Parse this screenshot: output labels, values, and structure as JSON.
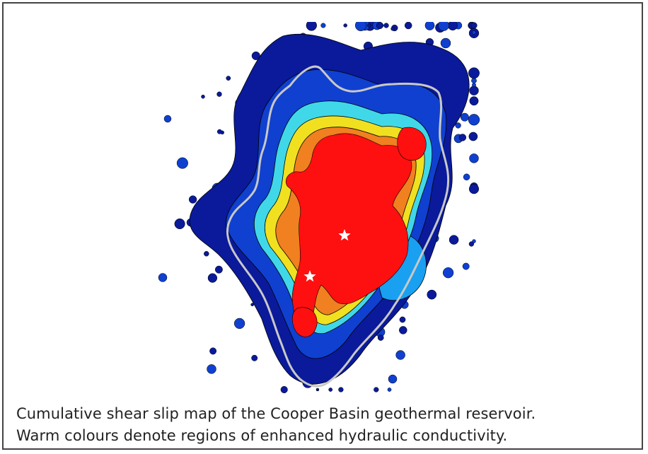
{
  "caption": {
    "line1": "Cumulative shear slip map of the Cooper Basin geothermal reservoir.",
    "line2": "Warm colours denote regions of enhanced hydraulic conductivity."
  },
  "colors": {
    "deep_blue": "#0a1a9a",
    "mid_blue": "#1040d0",
    "light_blue": "#1aa0f0",
    "cyan": "#40d8e8",
    "green": "#40c060",
    "yellow": "#f0e020",
    "orange": "#f08020",
    "red": "#ff1010",
    "outline_gray": "#c8c8c8",
    "star": "#ffffff"
  },
  "markers": [
    {
      "name": "injection-well-star-upper"
    },
    {
      "name": "injection-well-star-lower"
    }
  ]
}
